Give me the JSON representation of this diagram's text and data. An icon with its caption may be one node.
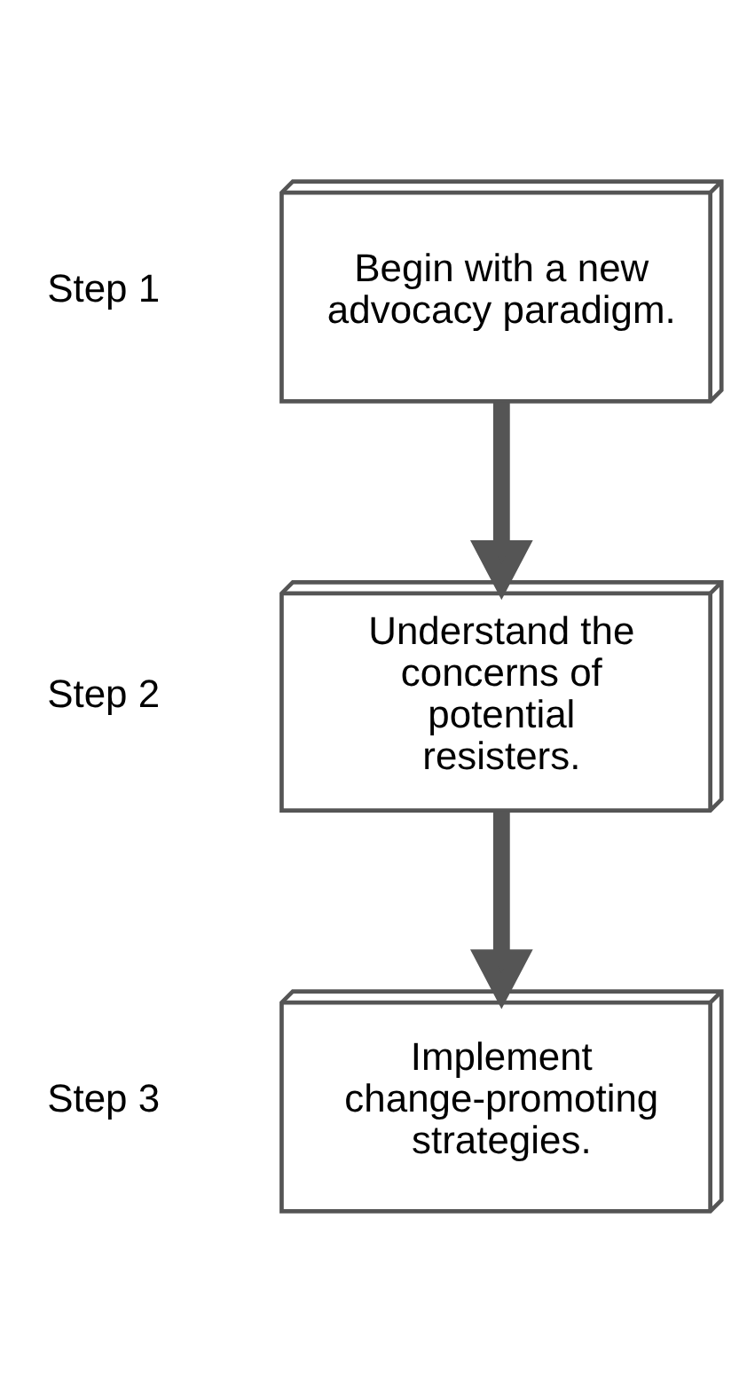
{
  "diagram": {
    "nodes": [
      {
        "text": [
          "Begin with a new advocacy paradigm."
        ],
        "beside": [
          "Step 1"
        ]
      },
      {
        "text": [
          "Understand the concerns of potential resisters."
        ],
        "beside": [
          "Step 2"
        ]
      },
      {
        "text": [
          "Implement change-promoting strategies."
        ],
        "beside": [
          "Step 3"
        ]
      }
    ],
    "edges": [
      {
        "from": 0,
        "to": 1,
        "arrow": "to"
      },
      {
        "from": 1,
        "to": 2,
        "arrow": "to"
      }
    ]
  }
}
